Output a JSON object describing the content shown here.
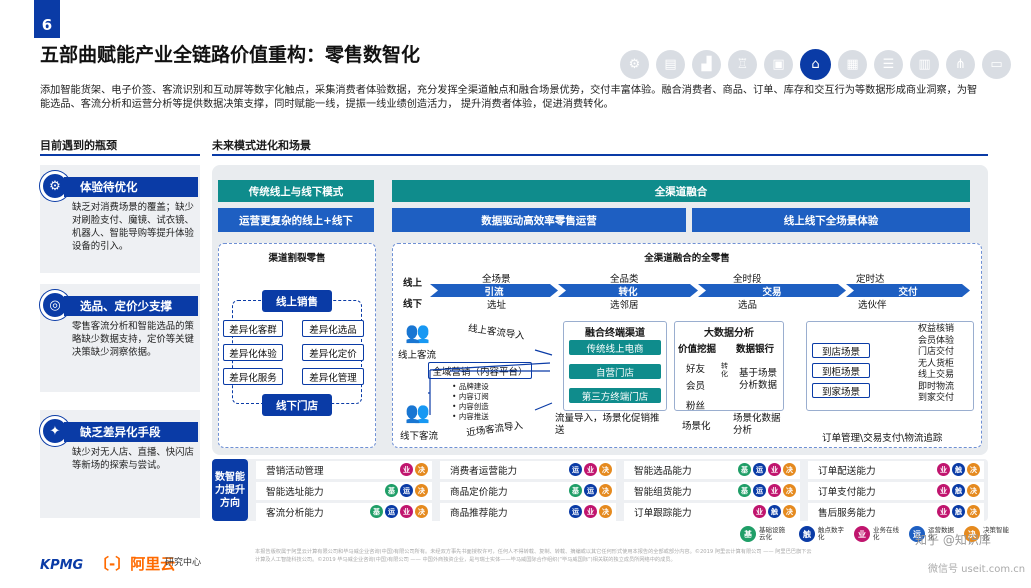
{
  "page_number": "6",
  "title": "五部曲赋能产业全链路价值重构：零售数智化",
  "intro": "添加智能货架、电子价签、客流识别和互动屏等数字化触点，采集消费者体验数据，充分发挥全渠道触点和融合场景优势，交付丰富体验。融合消费者、商品、订单、库存和交互行为等数据形成商业洞察，为智能选品、客流分析和运营分析等提供数据决策支撑，同时赋能一线，提振一线业绩创造活力， 提升消费者体验，促进消费转化。",
  "section_left": "目前遇到的瓶颈",
  "section_right": "未来模式进化和场景",
  "pains": [
    {
      "title": "体验待优化",
      "text": "缺乏对消费场景的覆盖；缺少对刷脸支付、魔镜、试衣镜、机器人、智能导购等提升体验设备的引入。",
      "icon": "search-gear-icon"
    },
    {
      "title": "选品、定价少支撑",
      "text": "零售客流分析和智能选品的策略缺少数据支持，定价等关键决策缺少洞察依据。",
      "icon": "globe-icon"
    },
    {
      "title": "缺乏差异化手段",
      "text": "缺少对无人店、直播、快闪店等新场的探索与尝试。",
      "icon": "lightbulb-icon"
    }
  ],
  "top": {
    "left1": "传统线上与线下模式",
    "left2": "运营更复杂的线上+线下",
    "right1": "全渠道融合",
    "right2a": "数据驱动高效率零售运营",
    "right2b": "线上线下全场景体验"
  },
  "channel_split": {
    "heading": "渠道割裂零售",
    "online": "线上销售",
    "offline": "线下门店",
    "items": [
      "差异化客群",
      "差异化选品",
      "差异化体验",
      "差异化定价",
      "差异化服务",
      "差异化管理"
    ]
  },
  "omni": {
    "heading": "全渠道融合的全零售",
    "row_top_label": "线上",
    "row_bottom_label": "线下",
    "stages": [
      {
        "top": "全场景",
        "mid": "引流",
        "bottom": "选址"
      },
      {
        "top": "全品类",
        "mid": "转化",
        "bottom": "选邻居"
      },
      {
        "top": "全时段",
        "mid": "交易",
        "bottom": "选品"
      },
      {
        "top": "定时达",
        "mid": "交付",
        "bottom": "选伙伴"
      }
    ],
    "online_flow": "线上客流",
    "online_in": "线上客流导入",
    "platform": "全域营销（内容平台）",
    "bullets": [
      "品牌建设",
      "内容订阅",
      "内容创造",
      "内容推送"
    ],
    "offline_flow": "线下客流",
    "nearby_in": "近场客流导入",
    "fusion": {
      "title": "融合终端渠道",
      "items": [
        "传统线上电商",
        "自营门店",
        "第三方终端门店"
      ],
      "caption": "流量导入，场景化促销推送"
    },
    "bigdata": {
      "title": "大数据分析",
      "sub1": "价值挖掘",
      "sub2": "数据银行",
      "left_items": [
        "好友",
        "会员",
        "粉丝"
      ],
      "mid_label": "转化",
      "right_label": "基于场景分析数据",
      "caption_left": "场景化",
      "caption_right": "场景化数据分析"
    },
    "fulfil": {
      "left_items": [
        "到店场景",
        "到柜场景",
        "到家场景"
      ],
      "right_items": [
        "权益核销",
        "会员体验",
        "门店交付",
        "无人货柜",
        "线上交易",
        "即时物流",
        "到家交付"
      ],
      "caption": "订单管理\\交易支付\\物流追踪"
    }
  },
  "drive": {
    "label": "数智能力提升方向",
    "capabilities": [
      [
        "营销活动管理",
        "消费者运营能力",
        "智能选品能力",
        "订单配送能力"
      ],
      [
        "智能选址能力",
        "商品定价能力",
        "智能组货能力",
        "订单支付能力"
      ],
      [
        "客流分析能力",
        "商品推荐能力",
        "订单跟踪能力",
        "售后服务能力"
      ]
    ]
  },
  "legend": [
    {
      "glyph": "基",
      "text": "基础设施云化",
      "color": "#1f9e67"
    },
    {
      "glyph": "触",
      "text": "触点数字化",
      "color": "#0a3ba6"
    },
    {
      "glyph": "业",
      "text": "业务在线化",
      "color": "#c0156e"
    },
    {
      "glyph": "运",
      "text": "运营数据化",
      "color": "#1e5fc2"
    },
    {
      "glyph": "决",
      "text": "决策智能化",
      "color": "#e58a1f"
    }
  ],
  "footnote": "本报告版权属于阿里云计算有限公司和毕马威企业咨询(中国)有限公司所有。未经双方事先书面授权许可，任何人不得转载、复制、转载、摘编或以其它任何形式使用本报告的全部或部分内容。©2019 阿里云计算有限公司 —— 阿里巴巴旗下云计算及人工智能科技公司。©2019 毕马威企业咨询(中国)有限公司 —— 中国外商独资企业，是与瑞士实体——毕马威国际合作组织(“毕马威国际”)相关联的独立成员所网络中的成员。",
  "logos": {
    "kpmg": "KPMG",
    "aliyun": "〔-〕阿里云",
    "research": "研究中心"
  },
  "watermark": "知乎 @知识库",
  "watermark2": "微信号 useit.com.cn"
}
